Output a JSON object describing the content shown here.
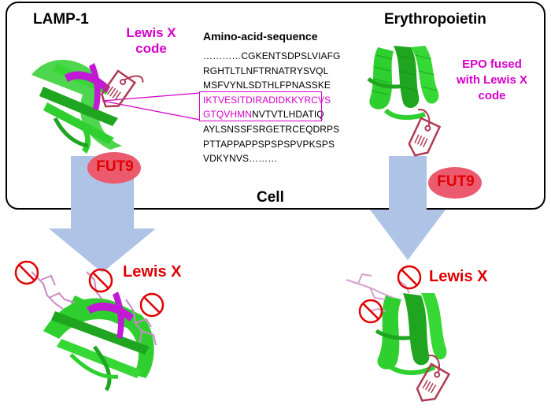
{
  "labels": {
    "lamp1": "LAMP-1",
    "erythropoietin": "Erythropoietin",
    "lewis_x_code": [
      "Lewis X",
      "code"
    ],
    "amino_acid_title": "Amino-acid-sequence",
    "epo_fused": [
      "EPO fused",
      "with Lewis X",
      "code"
    ],
    "cell": "Cell",
    "fut9_left": "FUT9",
    "fut9_right": "FUT9",
    "lewis_x_left": "Lewis X",
    "lewis_x_right": "Lewis X"
  },
  "sequence": {
    "line1": "…………CGKENTSDPSLVIAFG",
    "line2": "RGHTLTLNFTRNATRYSVQL",
    "line3": "MSFVYNLSDTHLFPNASSKE",
    "line4_hl": "IKTVESITDIRADIDKKYRCVS",
    "line5_hl": "GTQVHMN",
    "line5_rest": "NVTVTLHDATIQ",
    "line6": "AYLSNSSFSRGETRCEQDRPS",
    "line7": "PTTAPPAPPSPSPSPVPKSPS",
    "line8": "VDKYNVS………"
  },
  "colors": {
    "magenta": "#d400c8",
    "red": "#e00000",
    "protein_green": "#2fcf2f",
    "arrow_blue": "#aec3e6",
    "tag": "#b03a52"
  }
}
